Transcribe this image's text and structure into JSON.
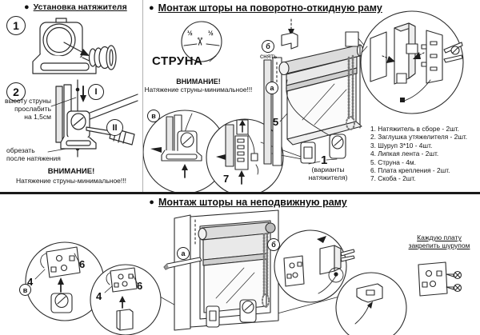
{
  "colors": {
    "ink": "#222222",
    "shade": "#e3e3e3",
    "divider": "#1a1a1a",
    "background": "#ffffff"
  },
  "icons": {
    "bullet": "●",
    "scissors": "✂"
  },
  "left": {
    "title": "Установка натяжителя",
    "step1": "1",
    "step2": "2",
    "roman1": "I",
    "roman2": "II",
    "slack_note": "высоту струны\nпрослабить\nна 1,5см",
    "cut_note": "обрезать\nпосле натяжения",
    "warning_title": "ВНИМАНИЕ!",
    "warning_text": "Натяжение струны-минимальное!!!"
  },
  "right": {
    "title": "Монтаж шторы на поворотно-откидную раму",
    "struna_label": "СТРУНА",
    "half_left": "½",
    "half_right": "½",
    "warning_title": "ВНИМАНИЕ!",
    "warning_text": "Натяжение струны-минимальное!!!",
    "callout_a": "а",
    "callout_b": "б",
    "callout_v": "в",
    "remove_note": "снять",
    "label_1": "1",
    "label_5": "5",
    "label_7": "7",
    "variants_note": "(варианты\nнатяжителя)",
    "parts": [
      "1. Натяжитель в сборе - 2шт.",
      "2. Заглушка утяжелителя - 2шт.",
      "3. Шуруп 3*10 - 4шт.",
      "4. Липкая лента - 2шт.",
      "5. Струна - 4м.",
      "6. Плата крепления - 2шт.",
      "7. Скоба - 2шт."
    ]
  },
  "bottom": {
    "title": "Монтаж шторы на неподвижную раму",
    "callout_a": "а",
    "callout_b": "б",
    "callout_v": "в",
    "label_4": "4",
    "label_6": "6",
    "label_4b": "4",
    "label_6b": "6",
    "screw_note": "Каждую плату\nзакрепить шурупом"
  }
}
